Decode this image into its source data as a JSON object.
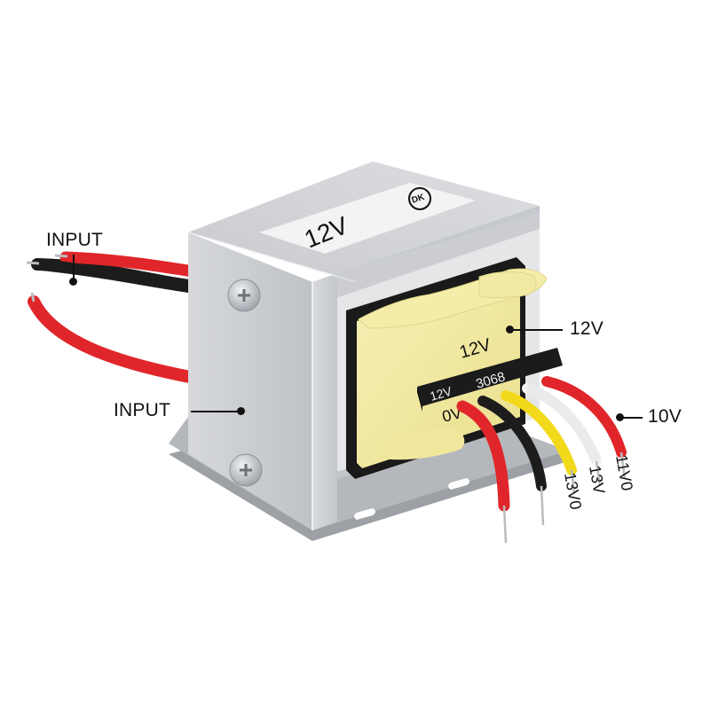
{
  "product": {
    "name": "Transformer",
    "description": "Power transformer with metal housing, yellow bobbin coil, input leads and multi-tap output leads"
  },
  "top_label": {
    "voltage": "12V",
    "mark": "DK"
  },
  "coil_label": "12V",
  "terminal_block": {
    "left_text": "12V",
    "right_text": "3068",
    "underside_text": "0V"
  },
  "callouts": {
    "input_wires": "INPUT",
    "input_housing": "INPUT",
    "coil": "12V",
    "output_red": "10V"
  },
  "wire_labels": {
    "yellow": "13V0",
    "white": "13V",
    "red": "11V0"
  },
  "colors": {
    "housing": "#c9cbcf",
    "housing_dark": "#a9acb1",
    "coil": "#f3eba6",
    "wire_red": "#e0262a",
    "wire_black": "#1c1c1c",
    "wire_yellow": "#f2d91a",
    "wire_white": "#f4f4f4",
    "label_text": "#111111"
  }
}
